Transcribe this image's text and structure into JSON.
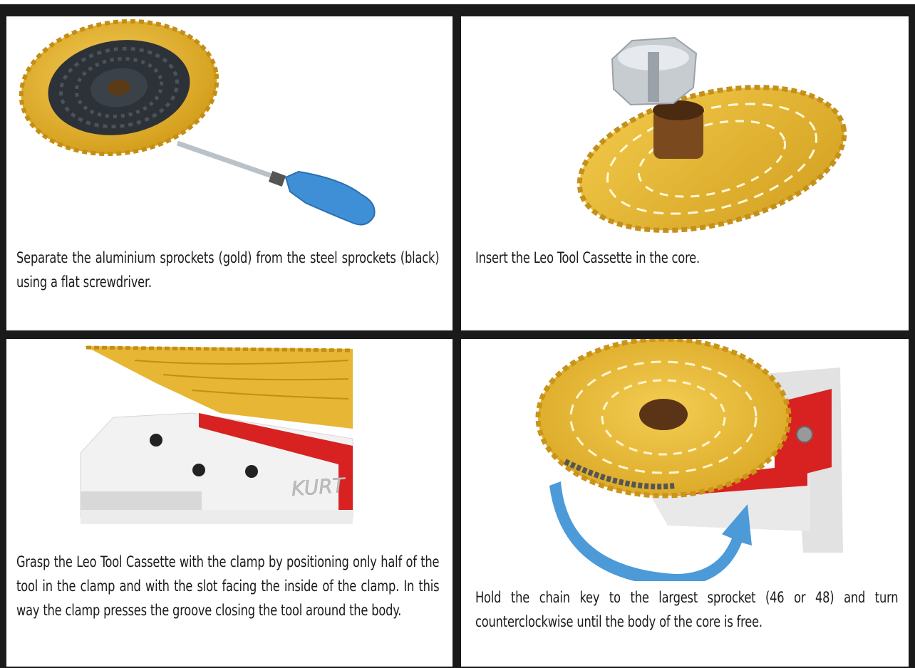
{
  "panels": [
    {
      "id": "step-1",
      "illustration": "screwdriver-separating-sprockets",
      "caption": "Separate the aluminium sprockets (gold) from the steel sprockets (black) using a flat screwdriver."
    },
    {
      "id": "step-2",
      "illustration": "tool-inserted-in-core",
      "caption": "Insert the Leo Tool Cassette in the core."
    },
    {
      "id": "step-3",
      "illustration": "tool-in-clamp",
      "caption": "Grasp the Leo Tool Cassette with the clamp by positioning only half of the tool in the clamp and with the slot facing the inside of the clamp. In this way the clamp presses the groove closing the tool around the body.",
      "clamp_label": "KURT"
    },
    {
      "id": "step-4",
      "illustration": "chain-key-turn-counterclockwise",
      "caption": "Hold the chain key to the largest sprocket (46 or 48) and turn counterclockwise until the body of the core is free."
    }
  ],
  "colors": {
    "gold": "#e8b830",
    "steel": "#2c3238",
    "handle": "#3f8fd6",
    "red": "#d82222",
    "arrow": "#4d9ad8",
    "frame": "#1a1a1a"
  }
}
